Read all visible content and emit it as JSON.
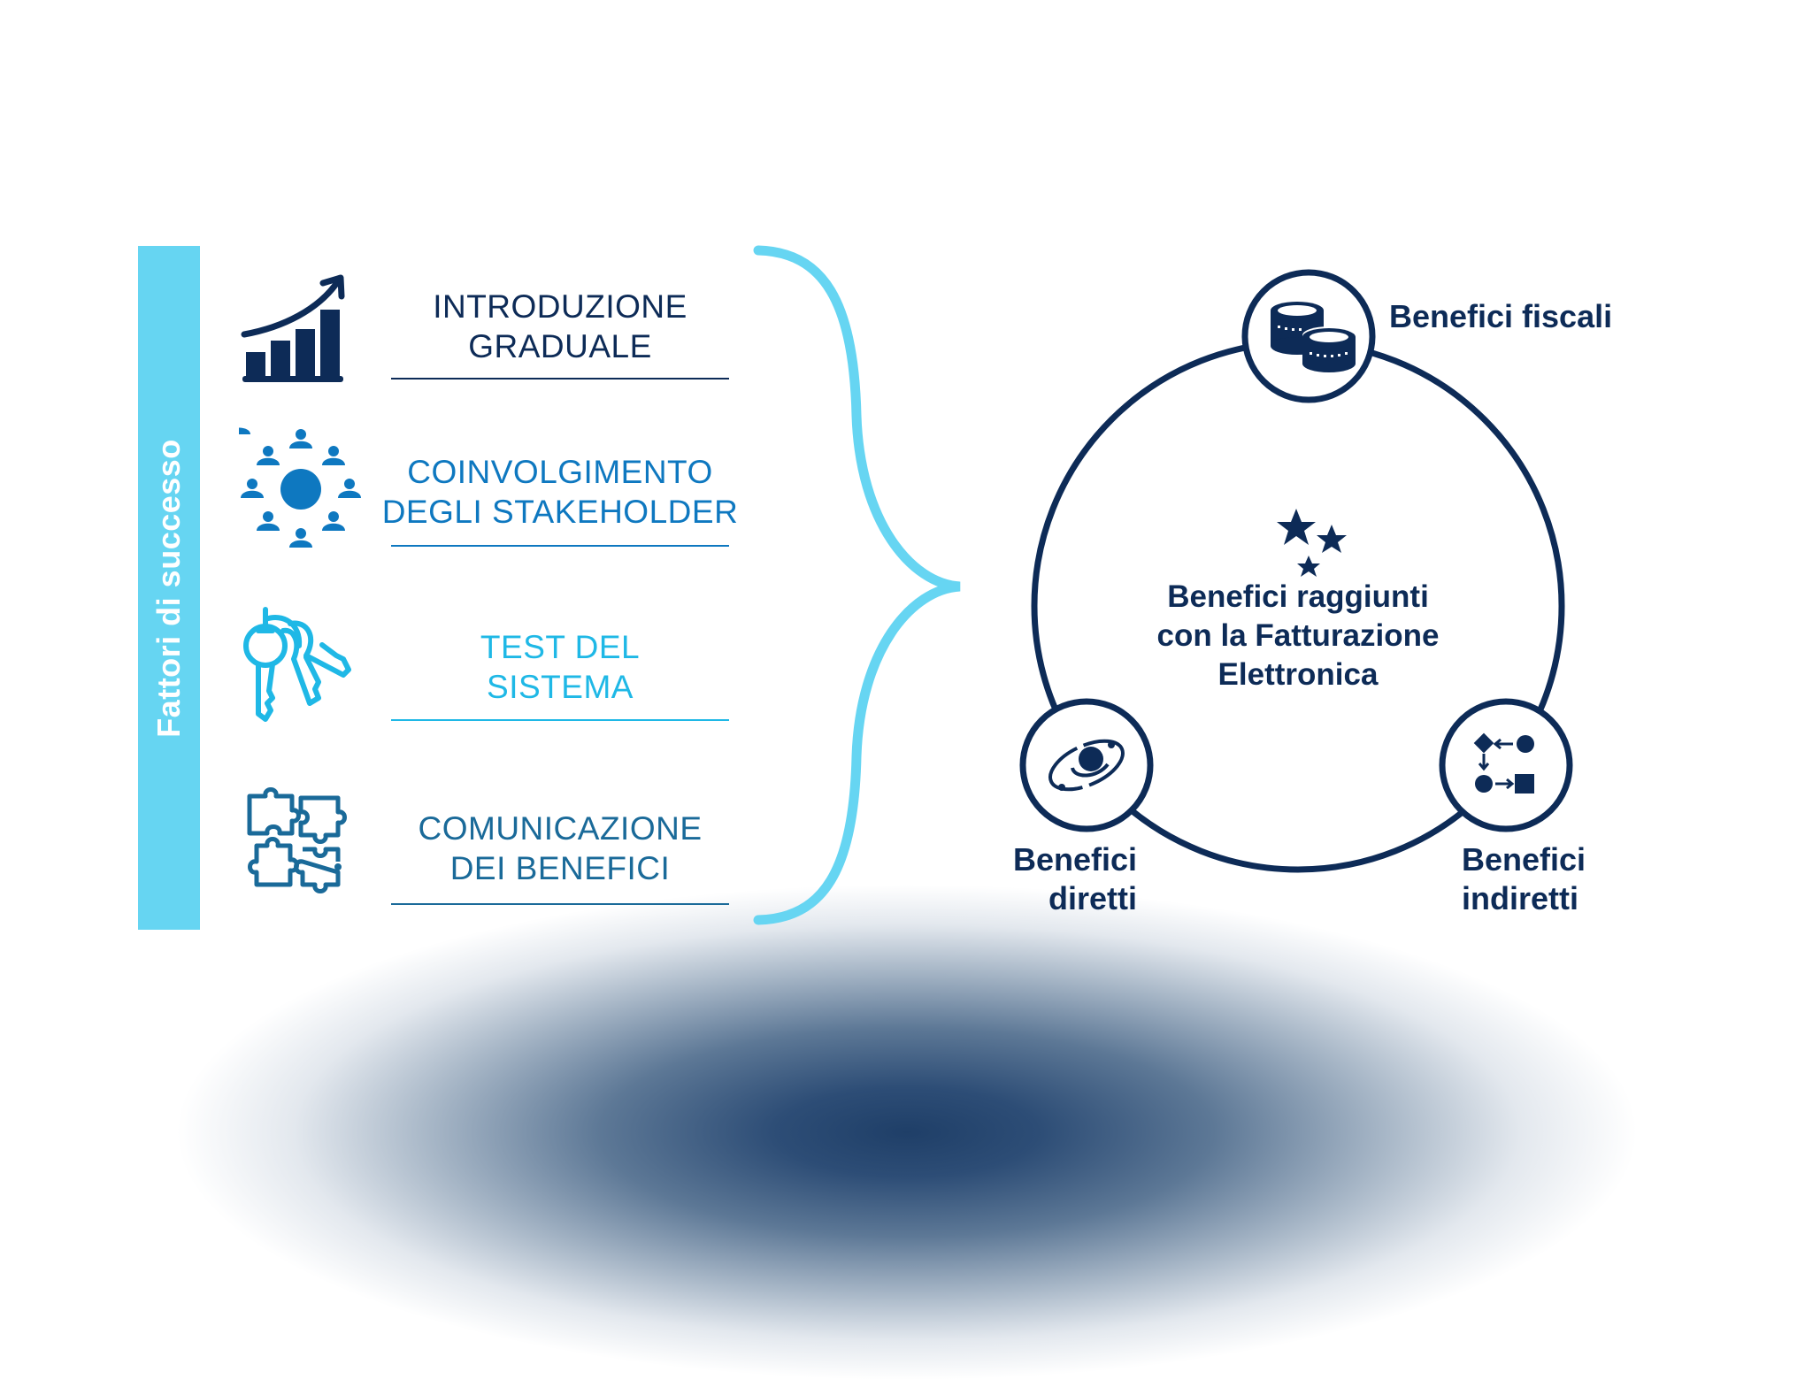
{
  "colors": {
    "navy": "#0d2b57",
    "blue": "#0e78c0",
    "cyan": "#1fb8e6",
    "teal_blue": "#1a6a99",
    "sidebar": "#66d5f2",
    "brace": "#66d5f2"
  },
  "sidebar": {
    "label": "Fattori di successo"
  },
  "factors": [
    {
      "line1": "INTRODUZIONE",
      "line2": "GRADUALE",
      "icon": "growth-chart-icon",
      "color": "#0d2b57"
    },
    {
      "line1": "COINVOLGIMENTO",
      "line2": "DEGLI STAKEHOLDER",
      "icon": "stakeholders-icon",
      "color": "#0e78c0"
    },
    {
      "line1": "TEST DEL",
      "line2": "SISTEMA",
      "icon": "keys-icon",
      "color": "#1fb8e6"
    },
    {
      "line1": "COMUNICAZIONE",
      "line2": "DEI BENEFICI",
      "icon": "puzzle-icon",
      "color": "#1a6a99"
    }
  ],
  "benefits": {
    "center": {
      "line1": "Benefici raggiunti",
      "line2": "con la Fatturazione",
      "line3": "Elettronica",
      "icon": "stars-icon"
    },
    "nodes": [
      {
        "label_line1": "Benefici fiscali",
        "label_line2": "",
        "icon": "coins-icon"
      },
      {
        "label_line1": "Benefici",
        "label_line2": "diretti",
        "icon": "orbit-icon"
      },
      {
        "label_line1": "Benefici",
        "label_line2": "indiretti",
        "icon": "process-flow-icon"
      }
    ]
  }
}
